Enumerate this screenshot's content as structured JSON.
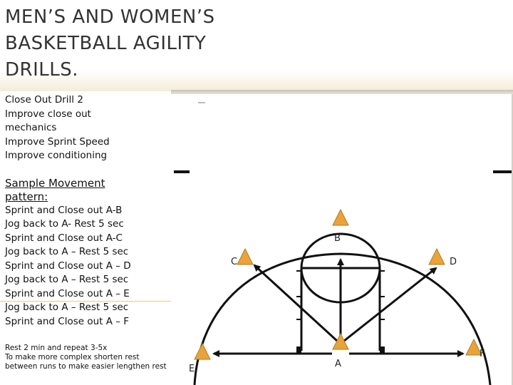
{
  "title": "MEN’S AND WOMEN’S BASKETBALL AGILITY DRILLS.",
  "description": {
    "drill_name": "Close Out Drill 2",
    "goal_1": "Improve close out mechanics",
    "goal_2": "Improve Sprint Speed",
    "goal_3": "Improve conditioning"
  },
  "sample_heading": "Sample Movement pattern:",
  "steps": [
    "Sprint and Close out A-B",
    "Jog back to A- Rest 5 sec",
    "Sprint and Close out A-C",
    "Jog back to A – Rest 5 sec",
    "Sprint and Close out A – D",
    "Jog back to A – Rest 5 sec",
    "Sprint and Close out A – E",
    "Jog back to A – Rest 5 sec",
    "Sprint and Close out A – F"
  ],
  "notes": [
    "Rest 2 min and repeat 3-5x",
    "To make more complex shorten rest between runs to make easier lengthen rest"
  ],
  "diagram": {
    "cones": {
      "A": "A",
      "B": "B",
      "C": "C",
      "D": "D",
      "E": "E",
      "F": "F"
    },
    "cone_color": "#e8a33a",
    "line_color": "#111111"
  }
}
